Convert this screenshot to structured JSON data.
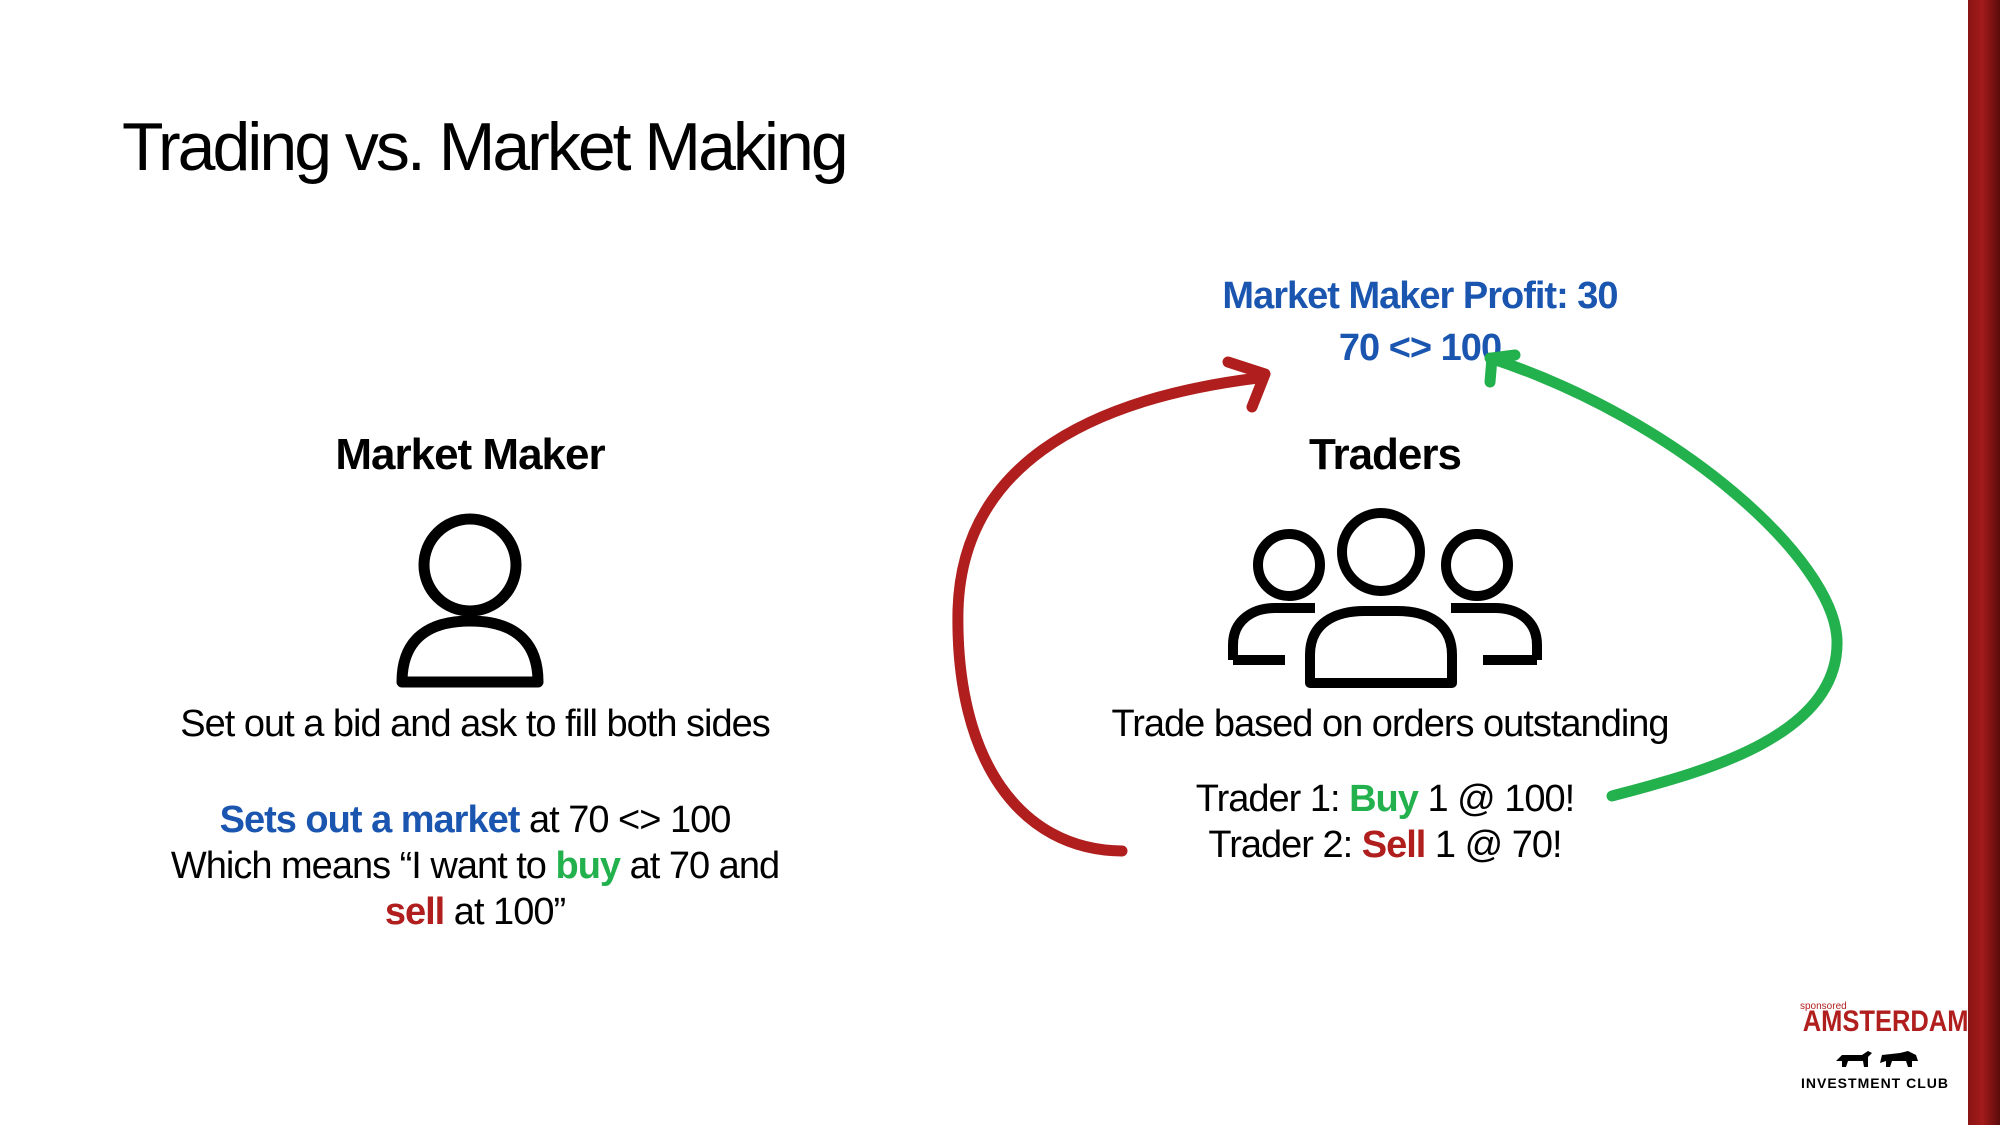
{
  "slide": {
    "title": "Trading vs. Market Making"
  },
  "left": {
    "heading": "Market Maker",
    "description": "Set out a bid and ask to fill both sides",
    "line1_highlight": "Sets out a market",
    "line1_rest": " at 70 <> 100",
    "line2_pre": "Which means “I want to ",
    "line2_buy": "buy",
    "line2_post": " at 70 and",
    "line3_sell": "sell",
    "line3_post": " at 100”"
  },
  "right": {
    "profit_line1": "Market Maker Profit: 30",
    "profit_line2": "70 <> 100",
    "heading": "Traders",
    "description": "Trade based on orders outstanding",
    "trader1_pre": "Trader 1: ",
    "trader1_action": "Buy",
    "trader1_post": " 1 @ 100!",
    "trader2_pre": "Trader 2: ",
    "trader2_action": "Sell",
    "trader2_post": " 1 @ 70!"
  },
  "logo": {
    "small": "sponsored",
    "name": "AMSTERDAM",
    "sub": "INVESTMENT CLUB"
  },
  "colors": {
    "blue": "#1a55b0",
    "green": "#23b14d",
    "red": "#b01e1e",
    "bar": "#a31a1a"
  },
  "icons": [
    "person-icon",
    "group-icon",
    "red-arrow",
    "green-arrow",
    "bull-bear-icon"
  ]
}
